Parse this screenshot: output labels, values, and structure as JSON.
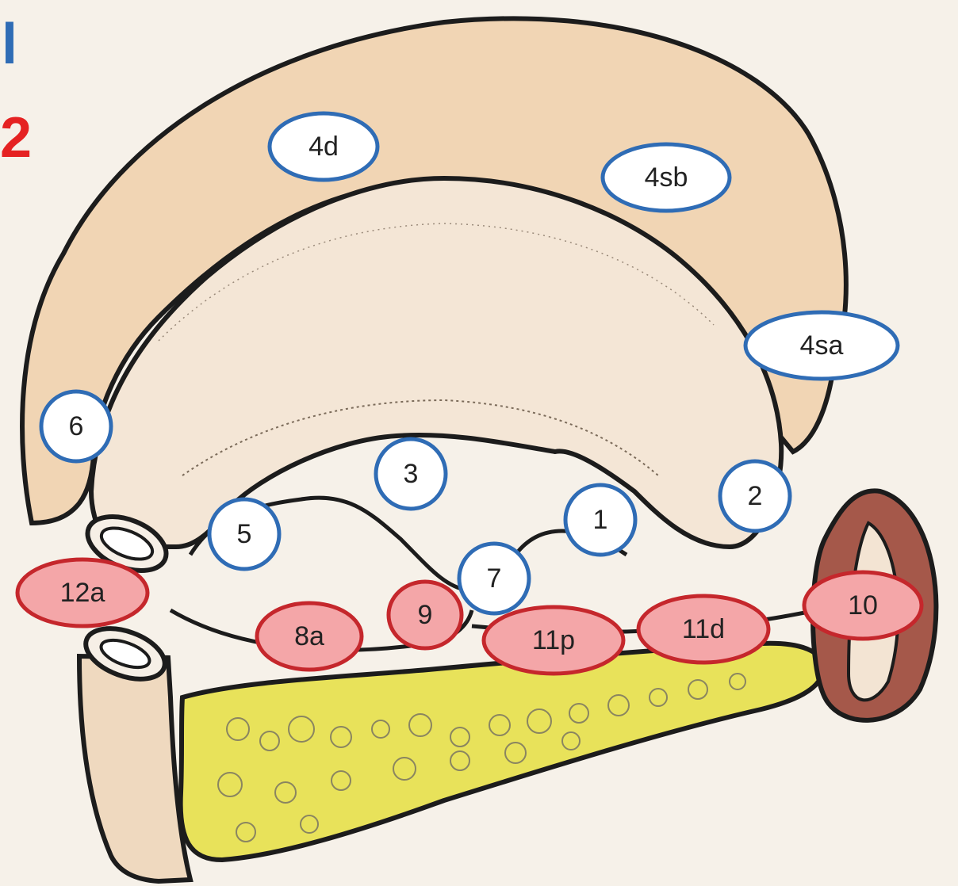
{
  "colors": {
    "background": "#f6f1e9",
    "stomach_fill": "#f1d5b4",
    "stomach_inner": "#f4e6d6",
    "pancreas_fill": "#e8e25a",
    "spleen_fill": "#a5584a",
    "outline": "#1c1c1c",
    "blue_label_fill": "#ffffff",
    "blue_label_stroke": "#2f6cb5",
    "red_label_fill": "#f4a6a8",
    "red_label_stroke": "#c5272c",
    "corner_blue": "#2f6cb5",
    "corner_red": "#e52222"
  },
  "corner": {
    "top_glyph": "l",
    "bottom_glyph": "2"
  },
  "stations_blue": [
    {
      "id": "4d",
      "label": "4d",
      "shape": "ellipse"
    },
    {
      "id": "4sb",
      "label": "4sb",
      "shape": "ellipse"
    },
    {
      "id": "4sa",
      "label": "4sa",
      "shape": "ellipse"
    },
    {
      "id": "6",
      "label": "6",
      "shape": "circle"
    },
    {
      "id": "3",
      "label": "3",
      "shape": "circle"
    },
    {
      "id": "2",
      "label": "2",
      "shape": "circle"
    },
    {
      "id": "1",
      "label": "1",
      "shape": "circle"
    },
    {
      "id": "5",
      "label": "5",
      "shape": "circle"
    },
    {
      "id": "7",
      "label": "7",
      "shape": "circle"
    }
  ],
  "stations_red": [
    {
      "id": "12a",
      "label": "12a"
    },
    {
      "id": "9",
      "label": "9"
    },
    {
      "id": "8a",
      "label": "8a"
    },
    {
      "id": "11p",
      "label": "11p"
    },
    {
      "id": "11d",
      "label": "11d"
    },
    {
      "id": "10",
      "label": "10"
    }
  ]
}
